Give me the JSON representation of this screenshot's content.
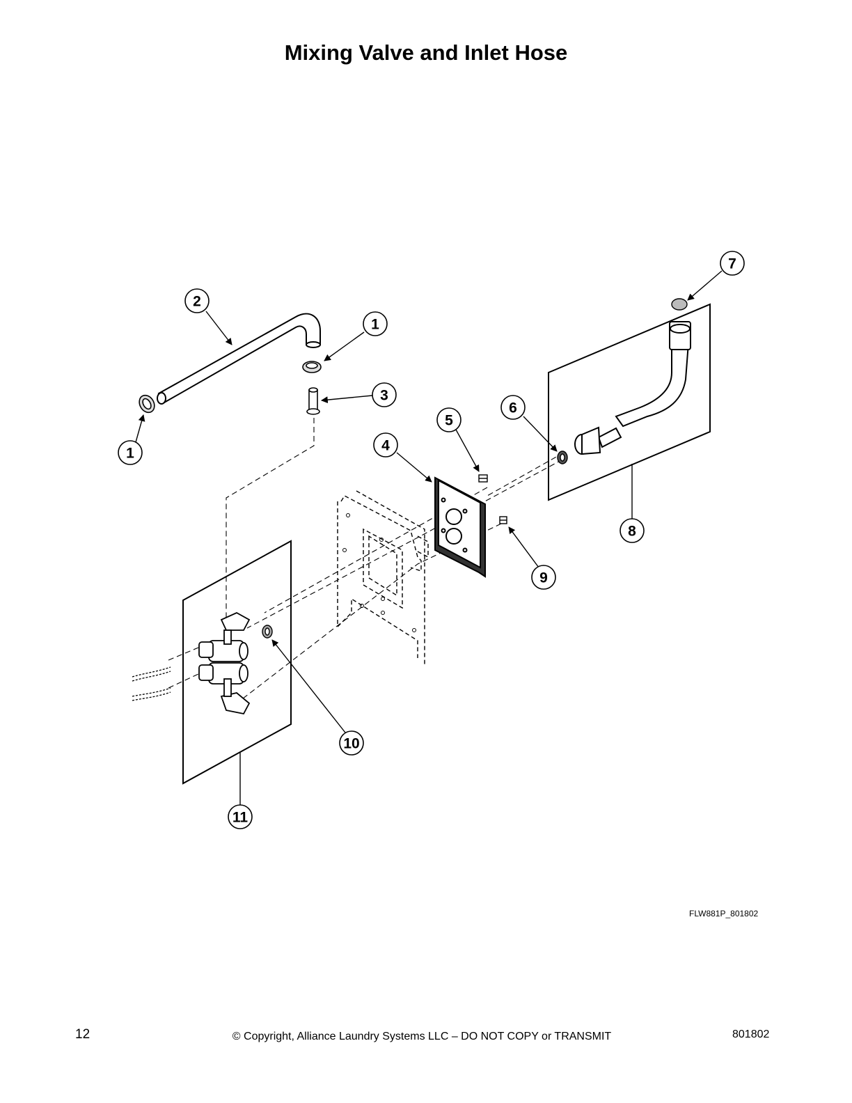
{
  "page": {
    "title": "Mixing Valve and Inlet Hose",
    "figure_id": "FLW881P_801802",
    "page_number": "12",
    "copyright": "© Copyright, Alliance Laundry Systems LLC – DO NOT COPY or TRANSMIT",
    "doc_number": "801802"
  },
  "callouts": [
    {
      "id": "callout-2",
      "label": "2"
    },
    {
      "id": "callout-1-top",
      "label": "1"
    },
    {
      "id": "callout-3",
      "label": "3"
    },
    {
      "id": "callout-1-left",
      "label": "1"
    },
    {
      "id": "callout-4",
      "label": "4"
    },
    {
      "id": "callout-5",
      "label": "5"
    },
    {
      "id": "callout-6",
      "label": "6"
    },
    {
      "id": "callout-7",
      "label": "7"
    },
    {
      "id": "callout-8",
      "label": "8"
    },
    {
      "id": "callout-9",
      "label": "9"
    },
    {
      "id": "callout-10",
      "label": "10"
    },
    {
      "id": "callout-11",
      "label": "11"
    }
  ]
}
